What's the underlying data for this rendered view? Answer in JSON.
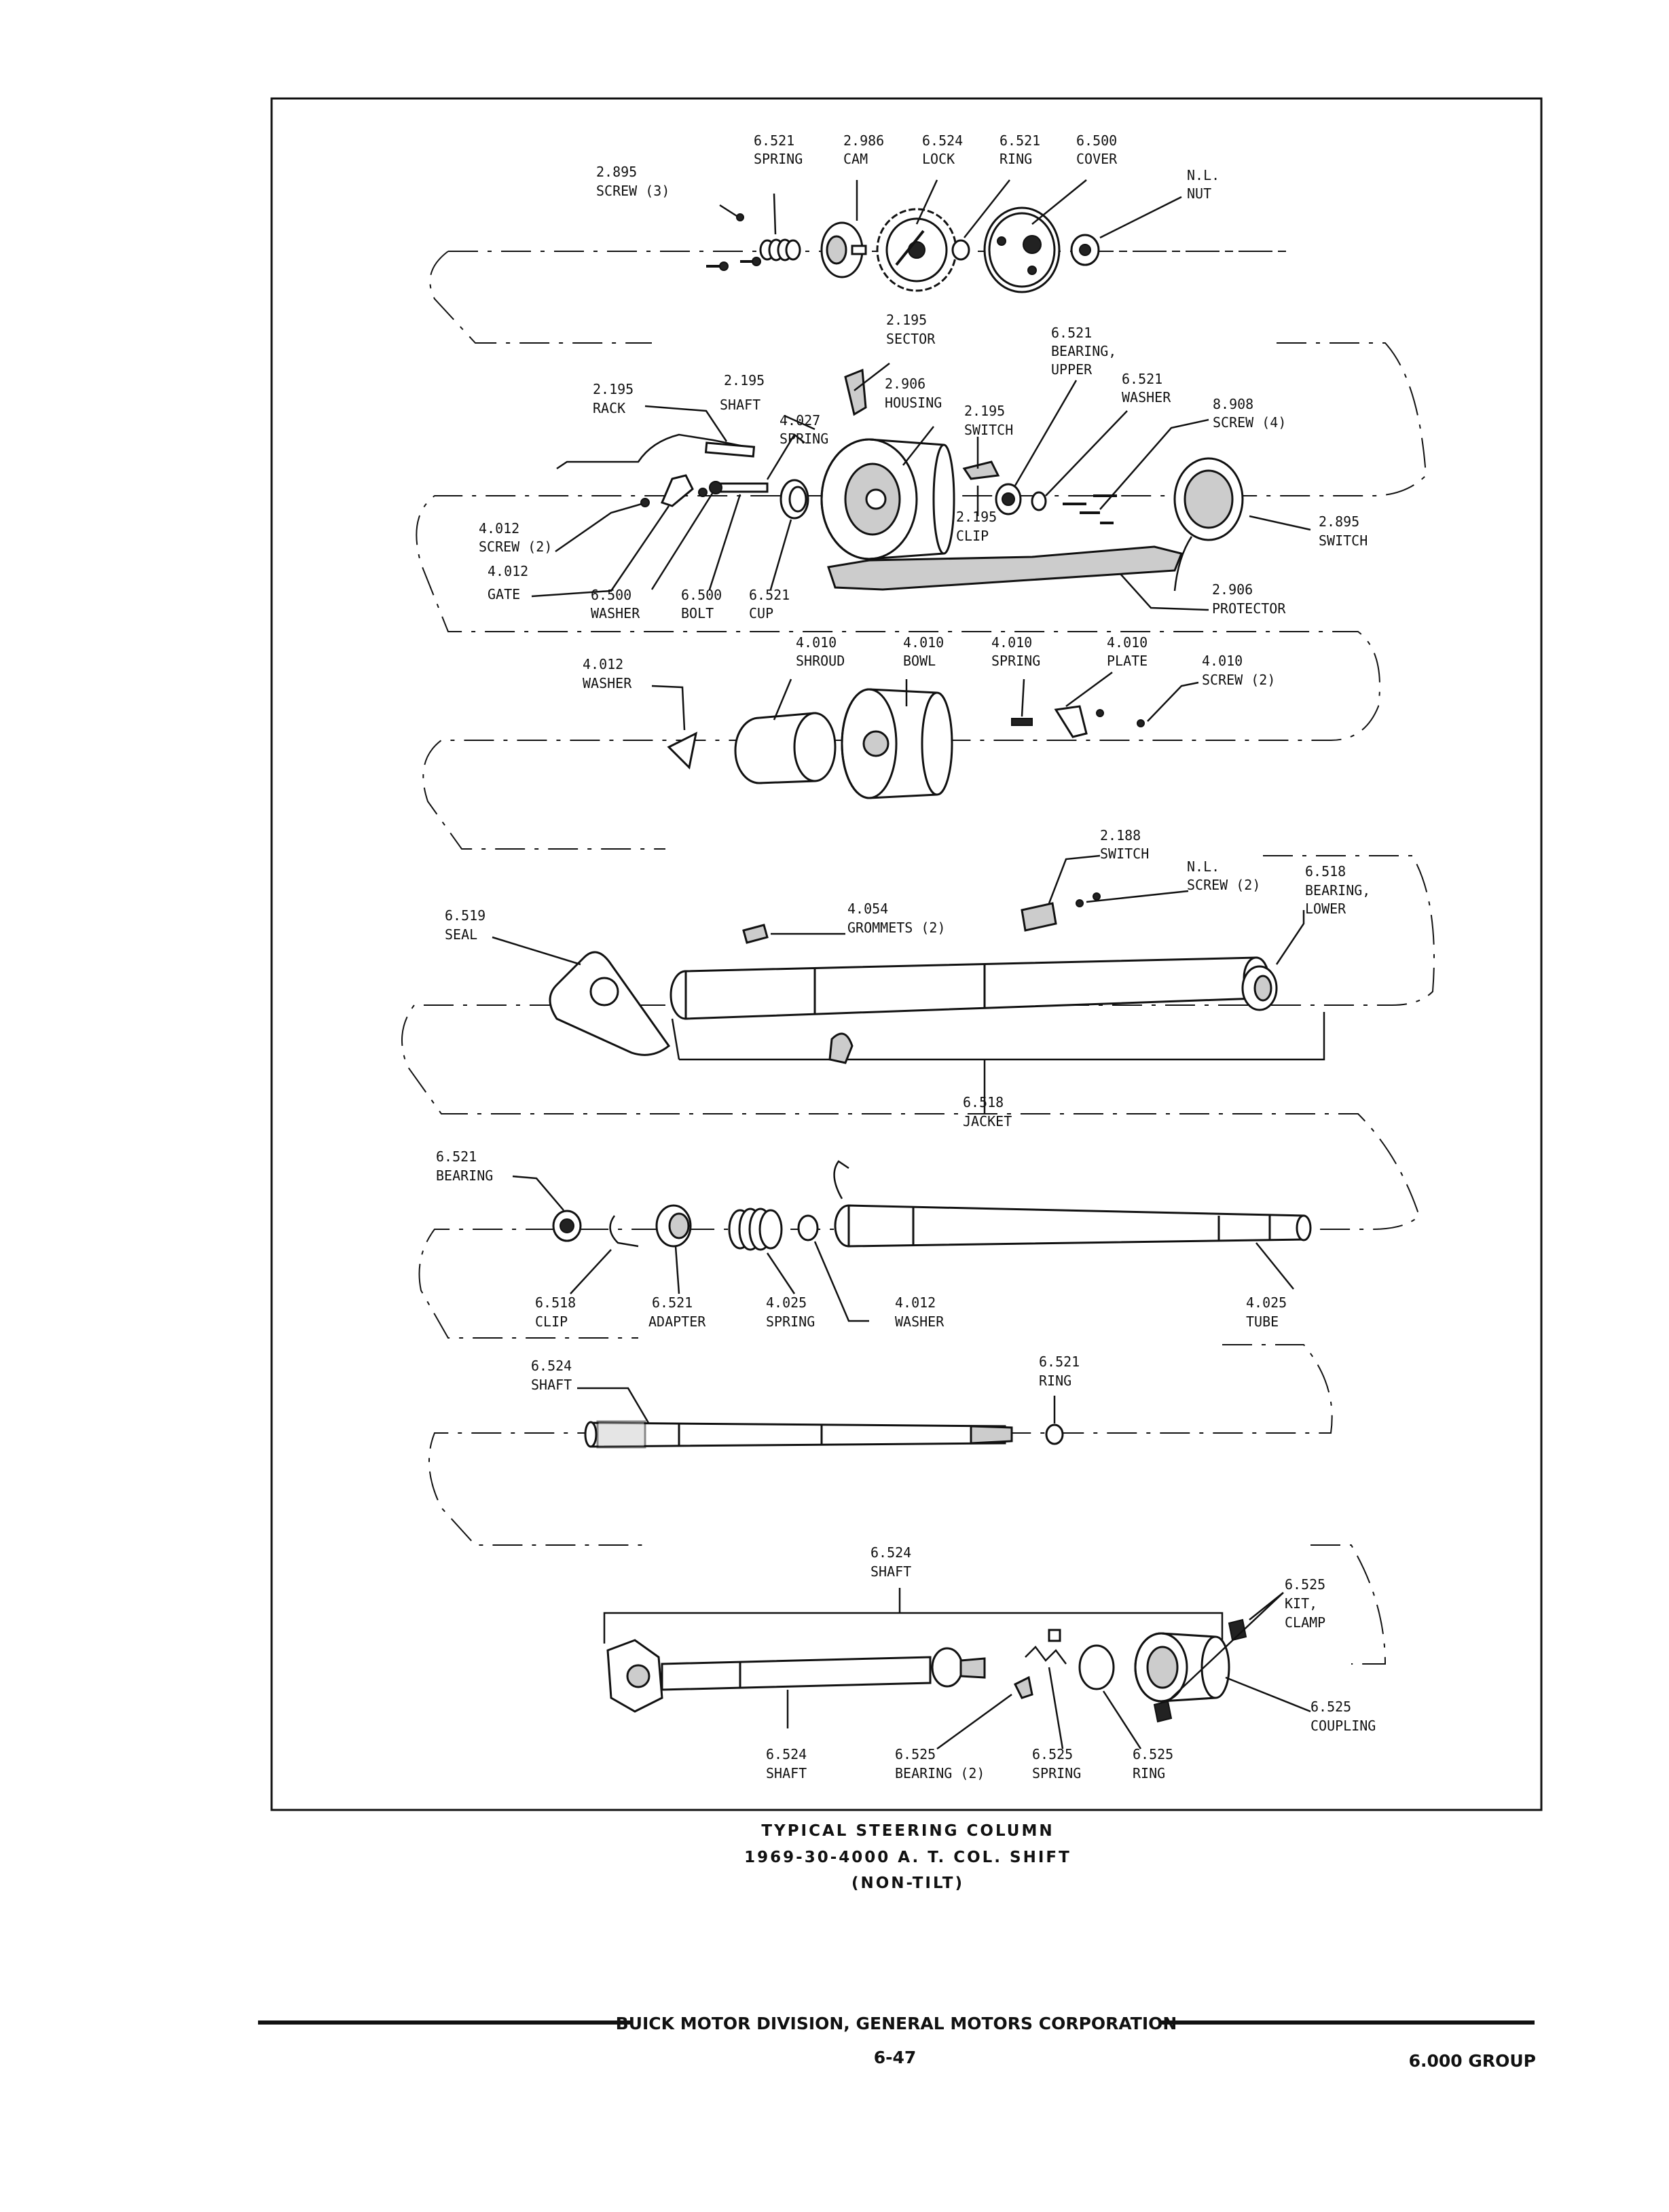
{
  "figure": {
    "callouts": [
      {
        "id": "c1",
        "code": "6.521",
        "name": "SPRING"
      },
      {
        "id": "c2",
        "code": "2.986",
        "name": "CAM"
      },
      {
        "id": "c3",
        "code": "6.524",
        "name": "LOCK"
      },
      {
        "id": "c4",
        "code": "6.521",
        "name": "RING"
      },
      {
        "id": "c5",
        "code": "6.500",
        "name": "COVER"
      },
      {
        "id": "c6",
        "code": "2.895",
        "name": "SCREW (3)"
      },
      {
        "id": "c7",
        "code": "N.L.",
        "name": "NUT"
      },
      {
        "id": "c8",
        "code": "2.195",
        "name": "SECTOR"
      },
      {
        "id": "c9",
        "code": "6.521",
        "name": "BEARING,",
        "name2": "UPPER"
      },
      {
        "id": "c10",
        "code": "6.521",
        "name": "WASHER"
      },
      {
        "id": "c11",
        "code": "8.908",
        "name": "SCREW (4)"
      },
      {
        "id": "c12",
        "code": "2.195",
        "name": "RACK"
      },
      {
        "id": "c13",
        "code": "2.195",
        "name": "SHAFT"
      },
      {
        "id": "c14",
        "code": "2.906",
        "name": "HOUSING"
      },
      {
        "id": "c15",
        "code": "4.027",
        "name": "SPRING"
      },
      {
        "id": "c16",
        "code": "2.195",
        "name": "SWITCH"
      },
      {
        "id": "c17",
        "code": "2.195",
        "name": "CLIP"
      },
      {
        "id": "c18",
        "code": "2.895",
        "name": "SWITCH"
      },
      {
        "id": "c19",
        "code": "4.012",
        "name": "SCREW (2)"
      },
      {
        "id": "c20",
        "code": "4.012",
        "name": "GATE"
      },
      {
        "id": "c21",
        "code": "6.500",
        "name": "WASHER"
      },
      {
        "id": "c22",
        "code": "6.500",
        "name": "BOLT"
      },
      {
        "id": "c23",
        "code": "6.521",
        "name": "CUP"
      },
      {
        "id": "c24",
        "code": "2.906",
        "name": "PROTECTOR"
      },
      {
        "id": "c25",
        "code": "4.012",
        "name": "WASHER"
      },
      {
        "id": "c26",
        "code": "4.010",
        "name": "SHROUD"
      },
      {
        "id": "c27",
        "code": "4.010",
        "name": "BOWL"
      },
      {
        "id": "c28",
        "code": "4.010",
        "name": "SPRING"
      },
      {
        "id": "c29",
        "code": "4.010",
        "name": "PLATE"
      },
      {
        "id": "c30",
        "code": "4.010",
        "name": "SCREW (2)"
      },
      {
        "id": "c31",
        "code": "2.188",
        "name": "SWITCH"
      },
      {
        "id": "c32",
        "code": "N.L.",
        "name": "SCREW (2)"
      },
      {
        "id": "c33",
        "code": "6.518",
        "name": "BEARING,",
        "name2": "LOWER"
      },
      {
        "id": "c34",
        "code": "6.519",
        "name": "SEAL"
      },
      {
        "id": "c35",
        "code": "4.054",
        "name": "GROMMETS (2)"
      },
      {
        "id": "c36",
        "code": "6.518",
        "name": "JACKET"
      },
      {
        "id": "c37",
        "code": "6.521",
        "name": "BEARING"
      },
      {
        "id": "c38",
        "code": "6.518",
        "name": "CLIP"
      },
      {
        "id": "c39",
        "code": "6.521",
        "name": "ADAPTER"
      },
      {
        "id": "c40",
        "code": "4.025",
        "name": "SPRING"
      },
      {
        "id": "c41",
        "code": "4.012",
        "name": "WASHER"
      },
      {
        "id": "c42",
        "code": "4.025",
        "name": "TUBE"
      },
      {
        "id": "c43",
        "code": "6.524",
        "name": "SHAFT"
      },
      {
        "id": "c44",
        "code": "6.521",
        "name": "RING"
      },
      {
        "id": "c45",
        "code": "6.524",
        "name": "SHAFT"
      },
      {
        "id": "c46",
        "code": "6.525",
        "name": "KIT,",
        "name2": "CLAMP"
      },
      {
        "id": "c47",
        "code": "6.525",
        "name": "COUPLING"
      },
      {
        "id": "c48",
        "code": "6.524",
        "name": "SHAFT"
      },
      {
        "id": "c49",
        "code": "6.525",
        "name": "BEARING (2)"
      },
      {
        "id": "c50",
        "code": "6.525",
        "name": "SPRING"
      },
      {
        "id": "c51",
        "code": "6.525",
        "name": "RING"
      }
    ],
    "caption": {
      "line1": "TYPICAL STEERING COLUMN",
      "line2": "1969-30-4000 A. T. COL. SHIFT",
      "line3": "(NON-TILT)"
    }
  },
  "footer": {
    "publisher": "BUICK MOTOR DIVISION, GENERAL MOTORS CORPORATION",
    "page_number": "6-47",
    "group": "6.000 GROUP"
  }
}
